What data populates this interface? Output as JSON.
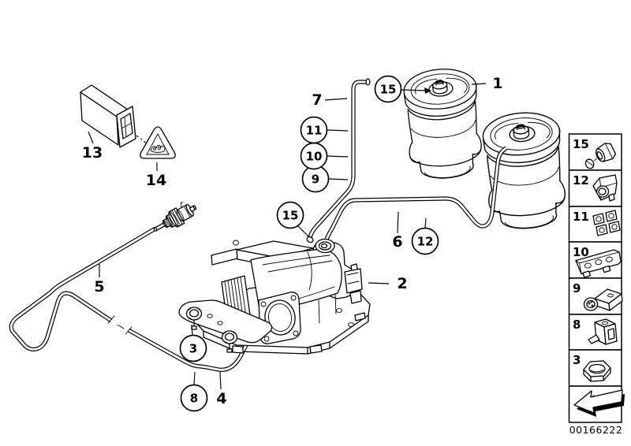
{
  "colors": {
    "background": "#ffffff",
    "line": "#000000"
  },
  "document_number": "00166222",
  "callouts": {
    "n1": {
      "label": "1"
    },
    "n2": {
      "label": "2"
    },
    "n3c": {
      "label": "3"
    },
    "n4": {
      "label": "4"
    },
    "n5": {
      "label": "5"
    },
    "n6": {
      "label": "6"
    },
    "n7": {
      "label": "7"
    },
    "n8c": {
      "label": "8"
    },
    "n9c": {
      "label": "9"
    },
    "n10c": {
      "label": "10"
    },
    "n11c": {
      "label": "11"
    },
    "n12c": {
      "label": "12"
    },
    "n13": {
      "label": "13"
    },
    "n14": {
      "label": "14"
    },
    "n15a": {
      "label": "15"
    },
    "n15b": {
      "label": "15"
    }
  },
  "legend": {
    "items": [
      {
        "label": "15"
      },
      {
        "label": "12"
      },
      {
        "label": "11"
      },
      {
        "label": "10"
      },
      {
        "label": "9"
      },
      {
        "label": "8"
      },
      {
        "label": "3"
      }
    ]
  }
}
